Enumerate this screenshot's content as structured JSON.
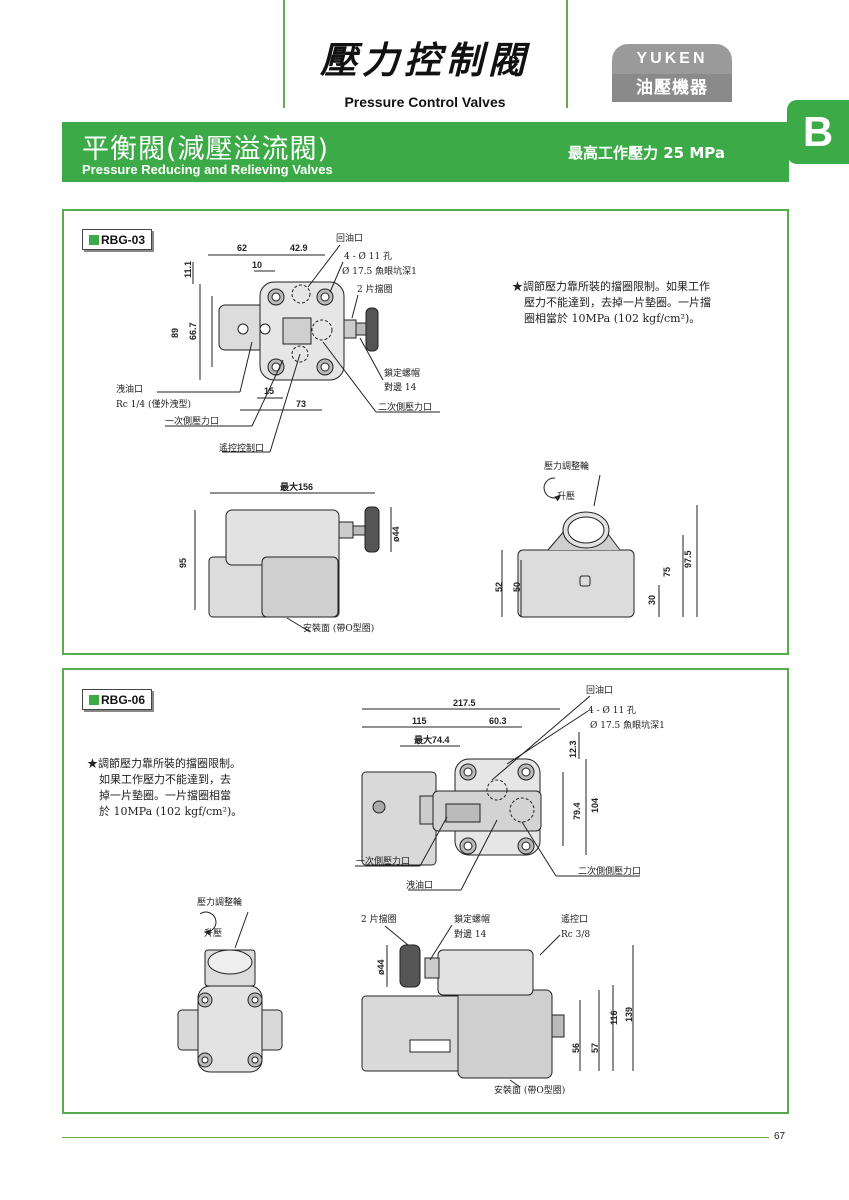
{
  "header": {
    "title_zh": "壓力控制閥",
    "title_en": "Pressure Control Valves",
    "logo_top": "YUKEN",
    "logo_bottom": "油壓機器"
  },
  "section": {
    "title_zh": "平衡閥(減壓溢流閥)",
    "title_en": "Pressure Reducing and Relieving Valves",
    "max_pressure": "最高工作壓力  25 MPa",
    "tab_letter": "B"
  },
  "rbg03": {
    "model": "RBG-03",
    "note_lines": [
      "★調節壓力靠所裝的擋圈限制。如果工作",
      "壓力不能達到，去掉一片墊圈。一片擋",
      "圈相當於 10MPa (102 kgf/cm²)。"
    ],
    "dims": {
      "d62": "62",
      "d42_9": "42.9",
      "d10": "10",
      "d11_1": "11.1",
      "d89": "89",
      "d66_7": "66.7",
      "d15": "15",
      "d73": "73",
      "max156": "最大156",
      "d44": "ø44",
      "d95": "95",
      "d52": "52",
      "d50": "50",
      "d30": "30",
      "d75": "75",
      "d97_5": "97.5"
    },
    "labels": {
      "return_port": "回油口",
      "holes": "4 - Ø 11 孔",
      "counterbore": "Ø 17.5 魚眼坑深1",
      "two_rings": "2 片擋圈",
      "drain_port": "洩油口",
      "drain_thread": "Rc 1/4 (僅外洩型)",
      "primary_port": "一次側壓力口",
      "remote_port": "遙控控制口",
      "lock_nut": "鎖定螺帽",
      "across_flats": "對邊 14",
      "secondary_port": "二次側壓力口",
      "adj_wheel": "壓力調整輪",
      "increase": "升壓",
      "mount_face": "安裝面 (帶O型圈)"
    }
  },
  "rbg06": {
    "model": "RBG-06",
    "note_lines": [
      "★調節壓力靠所裝的擋圈限制。",
      "如果工作壓力不能達到，去",
      "掉一片墊圈。一片擋圈相當",
      "於 10MPa (102 kgf/cm²)。"
    ],
    "dims": {
      "d217_5": "217.5",
      "d115": "115",
      "d60_3": "60.3",
      "max74_4": "最大74.4",
      "d12_3": "12.3",
      "d79_4": "79.4",
      "d104": "104",
      "d44": "ø44",
      "d56": "56",
      "d57": "57",
      "d116": "116",
      "d139": "139"
    },
    "labels": {
      "return_port": "回油口",
      "holes": "4 - Ø 11 孔",
      "counterbore": "Ø 17.5 魚眼坑深1",
      "primary_port": "一次側壓力口",
      "drain_port": "洩油口",
      "secondary_port": "二次側側壓力口",
      "adj_wheel": "壓力調整輪",
      "increase": "升壓",
      "two_rings": "2 片擋圈",
      "lock_nut": "鎖定螺帽",
      "across_flats": "對邊 14",
      "remote_port": "遙控口",
      "remote_thread": "Rc 3/8",
      "mount_face": "安裝面 (帶O型圈)"
    }
  },
  "footer": {
    "page": "67"
  }
}
